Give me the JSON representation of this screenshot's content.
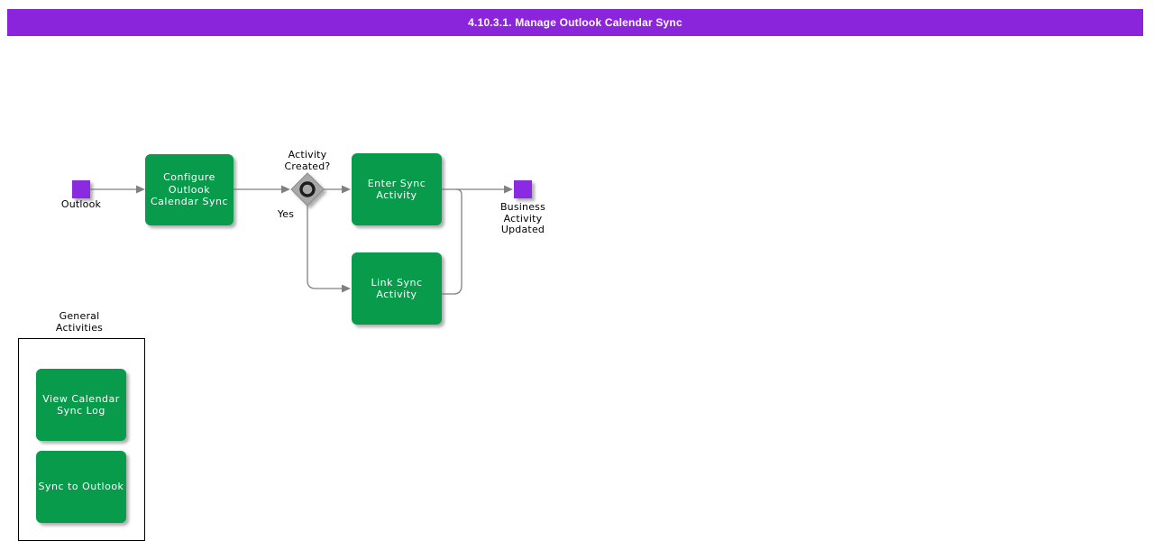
{
  "title_bar": {
    "text": "4.10.3.1. Manage Outlook Calendar Sync",
    "bg": "#8A25DC",
    "fg": "#FFFFFF"
  },
  "colors": {
    "activity_green": "#089B4B",
    "event_purple": "#8A2BE2",
    "connector_gray": "#808080",
    "decision_gray": "#A8A8A8"
  },
  "flow": {
    "start_event": {
      "label": "Outlook"
    },
    "activities": {
      "configure": {
        "label": "Configure\nOutlook\nCalendar Sync"
      },
      "enter": {
        "label": "Enter Sync\nActivity"
      },
      "link": {
        "label": "Link Sync\nActivity"
      }
    },
    "decision": {
      "question": "Activity\nCreated?",
      "branch_label": "Yes"
    },
    "end_event": {
      "label": "Business\nActivity\nUpdated"
    }
  },
  "general_activities": {
    "label": "General\nActivities",
    "items": [
      {
        "label": "View Calendar\nSync Log"
      },
      {
        "label": "Sync to Outlook"
      }
    ]
  }
}
